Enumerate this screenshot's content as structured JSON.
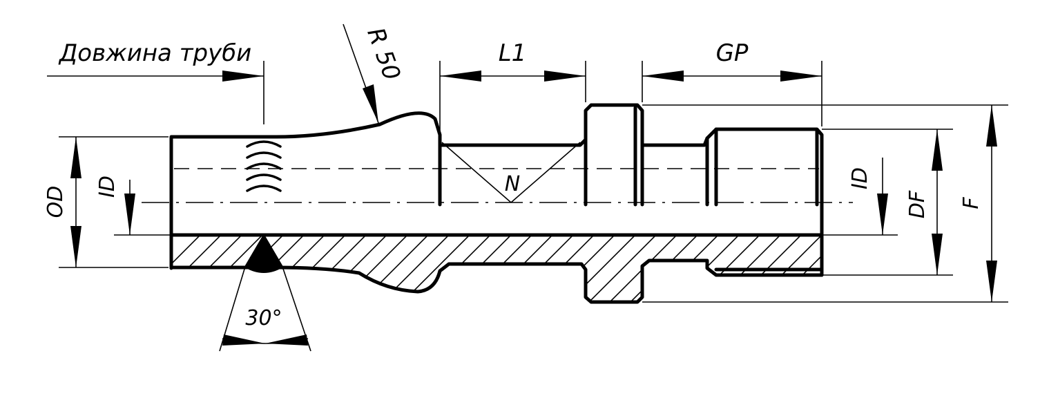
{
  "labels": {
    "pipe_length": "Довжина труби",
    "radius": "R 50",
    "l1": "L1",
    "gp": "GP",
    "n": "N",
    "od": "OD",
    "id_left": "ID",
    "id_right": "ID",
    "df": "DF",
    "f": "F",
    "angle": "30°"
  }
}
